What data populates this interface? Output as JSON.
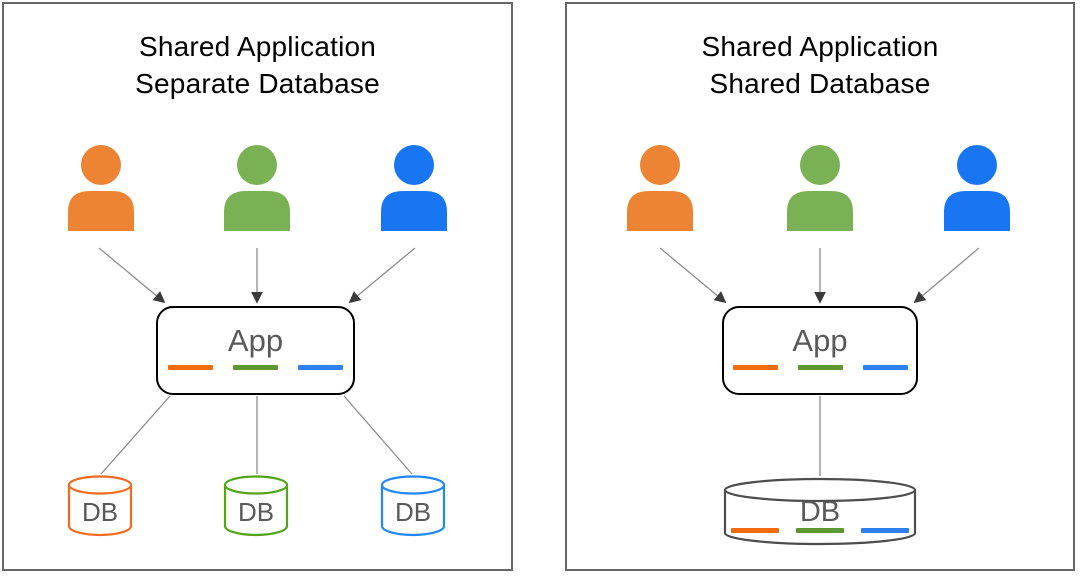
{
  "colors": {
    "orange": "#EC8434",
    "green": "#7AB154",
    "blue": "#1976F2",
    "dash_orange": "#F26C0D",
    "dash_green": "#5D9732",
    "dash_blue": "#2E80F1",
    "db_orange": "#F26C1F",
    "db_green": "#52A316",
    "db_blue": "#1F87F7",
    "shared_db_outline": "#4D4D4D",
    "app_border": "#000000",
    "panel_border": "#666666",
    "connector": "#8C8C8C",
    "arrowhead": "#3B3B3B",
    "label_text": "#595959",
    "title_text": "#000000"
  },
  "left_panel": {
    "title_line1": "Shared Application",
    "title_line2": "Separate Database",
    "app_label": "App",
    "db_label_orange": "DB",
    "db_label_green": "DB",
    "db_label_blue": "DB"
  },
  "right_panel": {
    "title_line1": "Shared Application",
    "title_line2": "Shared Database",
    "app_label": "App",
    "db_label": "DB"
  }
}
